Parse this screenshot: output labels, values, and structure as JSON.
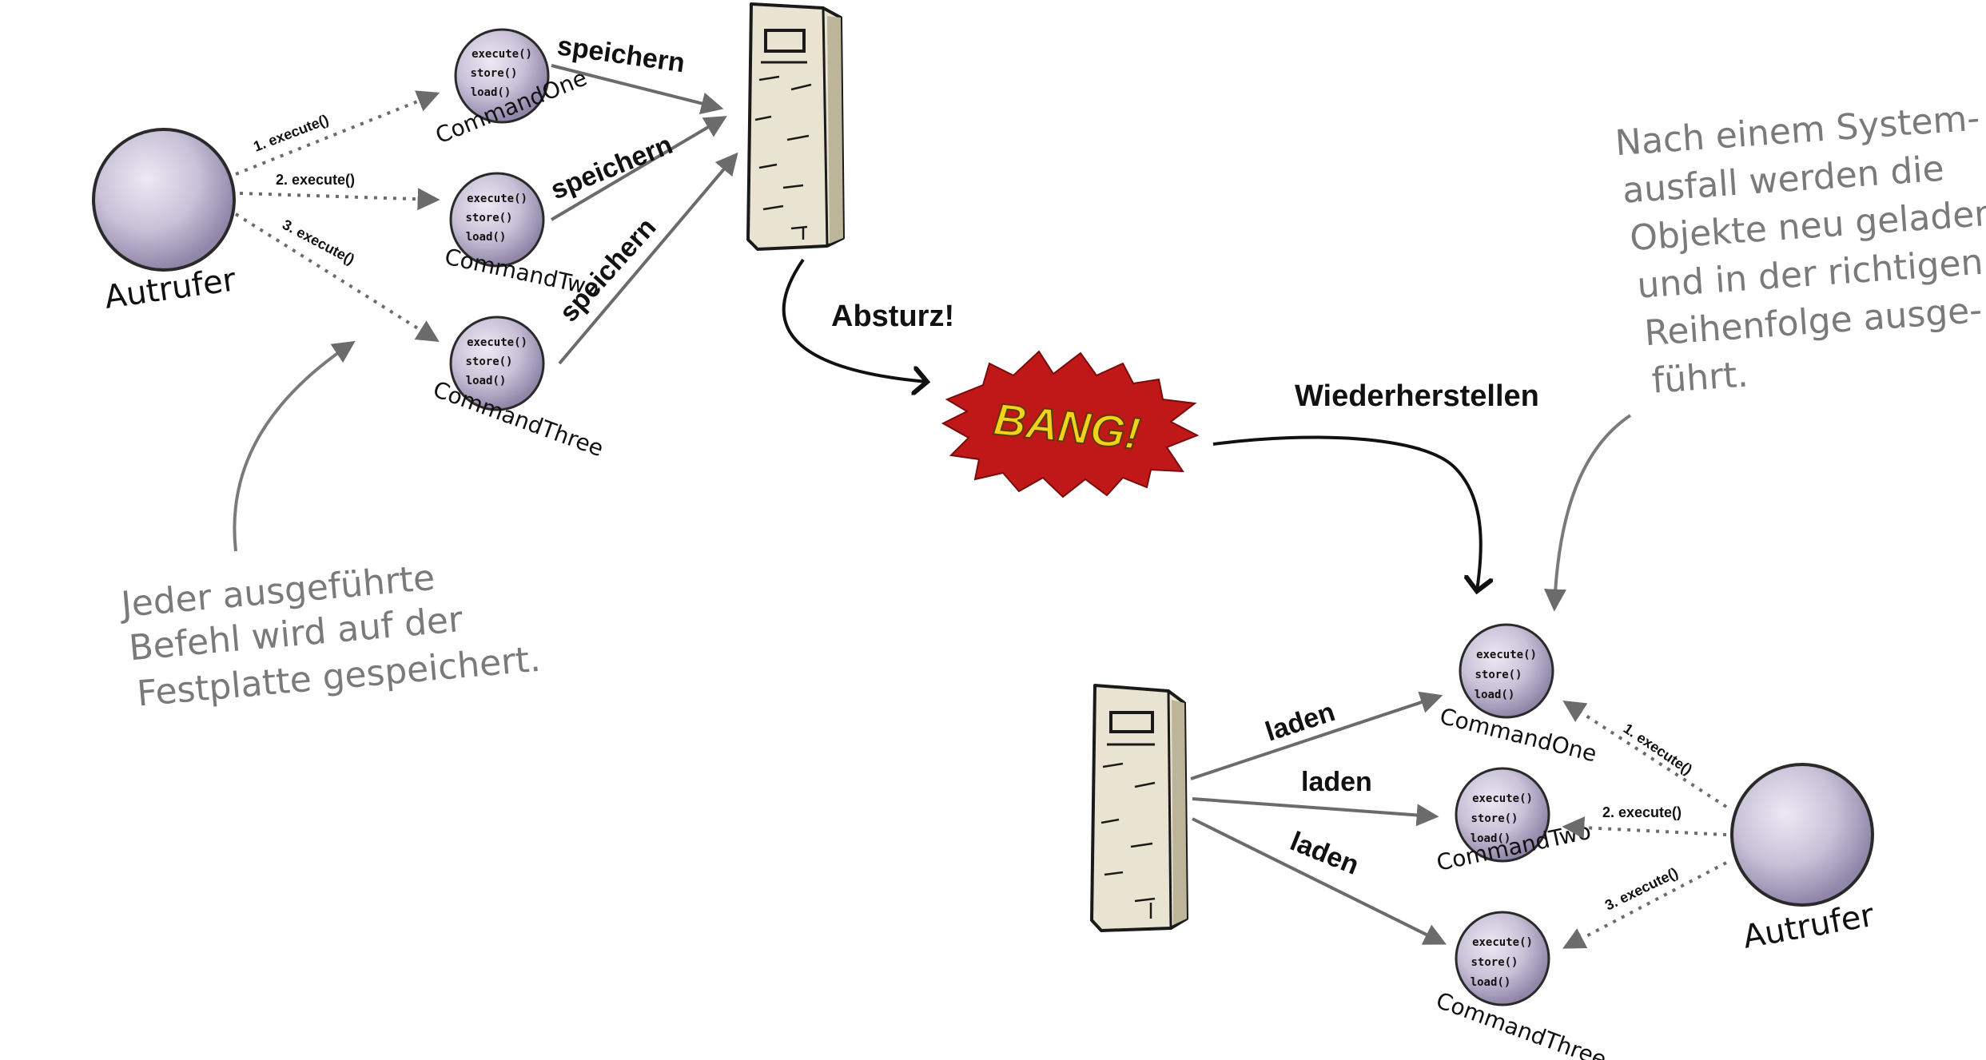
{
  "caller_label": "Autrufer",
  "commands": {
    "one": "CommandOne",
    "two": "CommandTwo",
    "three": "CommandThree",
    "method_execute": "execute()",
    "method_store": "store()",
    "method_load": "load()"
  },
  "calls": {
    "first": "1. execute()",
    "second": "2. execute()",
    "third": "3. execute()"
  },
  "save_label": "speichern",
  "load_label": "laden",
  "crash_label": "Absturz!",
  "bang_label": "BANG!",
  "restore_label": "Wiederherstellen",
  "note_left": [
    "Jeder ausgeführte",
    "Befehl wird auf der",
    "Festplatte gespeichert."
  ],
  "note_right": [
    "Nach einem System-",
    "ausfall werden die",
    "Objekte neu geladen",
    "und in der richtigen",
    "Reihenfolge ausge-",
    "führt."
  ],
  "colors": {
    "orb_fill": "#c9c2d8",
    "orb_stroke": "#2a2a2a",
    "disk_fill": "#e9e4d2",
    "gray_arrow": "#6b6b6b",
    "bang_red": "#c01818",
    "bang_yellow": "#f2d21a",
    "note_text": "#7a7a7a"
  }
}
